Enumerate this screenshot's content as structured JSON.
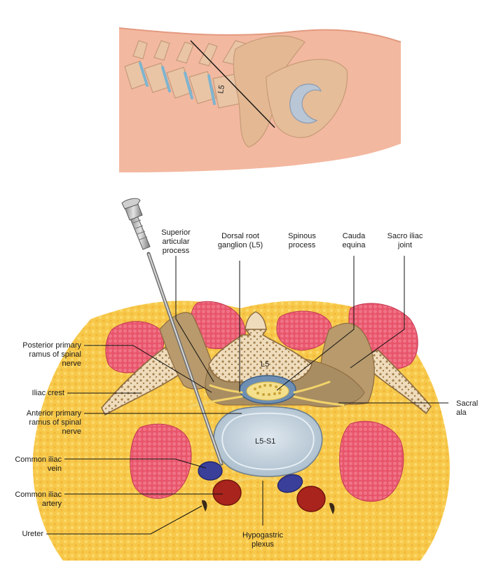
{
  "top_view": {
    "vertebra_label": "L5"
  },
  "cross_section": {
    "vertebra_label": "L5",
    "disc_label": "L5-S1"
  },
  "labels": {
    "superior_articular_process": [
      "Superior",
      "articular",
      "process"
    ],
    "dorsal_root_ganglion": [
      "Dorsal root",
      "ganglion (L5)"
    ],
    "spinous_process": [
      "Spinous",
      "process"
    ],
    "cauda_equina": [
      "Cauda",
      "equina"
    ],
    "sacro_iliac_joint": [
      "Sacro iliac",
      "joint"
    ],
    "posterior_primary_ramus": [
      "Posterior primary",
      "ramus of spinal",
      "nerve"
    ],
    "iliac_crest": [
      "Iliac crest"
    ],
    "anterior_primary_ramus": [
      "Anterior primary",
      "ramus of spinal",
      "nerve"
    ],
    "common_iliac_vein": [
      "Common iliac",
      "vein"
    ],
    "common_iliac_artery": [
      "Common iliac",
      "artery"
    ],
    "ureter": [
      "Ureter"
    ],
    "hypogastric_plexus": [
      "Hypogastric",
      "plexus"
    ],
    "sacral_ala": [
      "Sacral",
      "ala"
    ]
  },
  "colors": {
    "skin": "#f3b8a0",
    "bone": "#d8b48a",
    "fat": "#f7c84a",
    "muscle": "#e8556b",
    "disc": "#c9d7e2",
    "vein": "#3a3f9a",
    "artery": "#a8241c",
    "nerve": "#f4df8c"
  }
}
